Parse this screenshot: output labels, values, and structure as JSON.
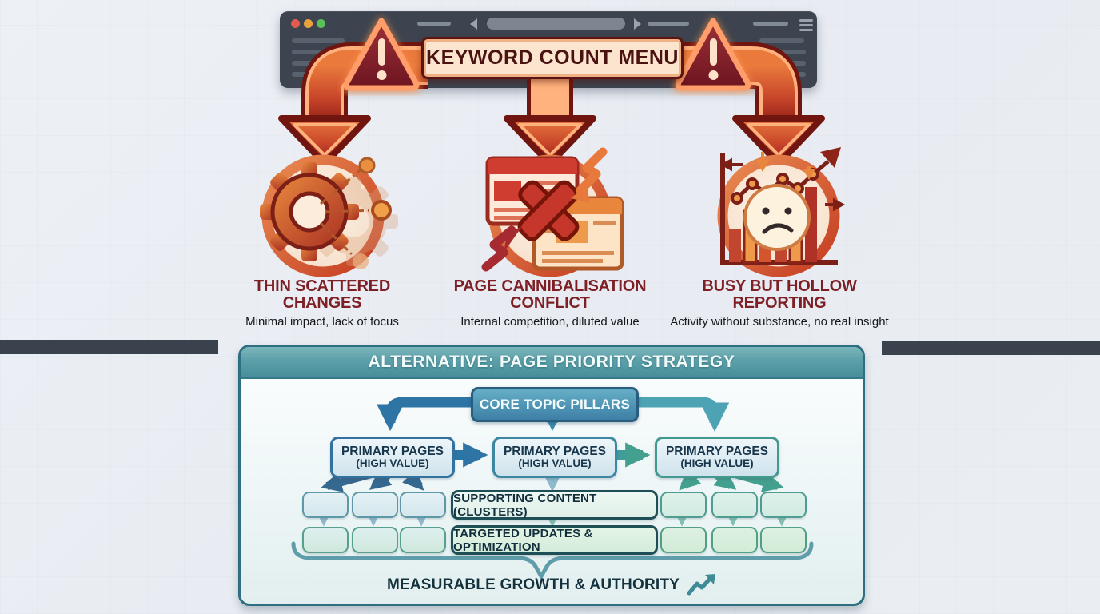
{
  "browser_mockup": {
    "menu_label": "KEYWORD COUNT MENU"
  },
  "problems": [
    {
      "icon": "scattered-gear-icon",
      "title": "THIN SCATTERED CHANGES",
      "subtitle": "Minimal impact, lack of focus"
    },
    {
      "icon": "page-conflict-icon",
      "title": "PAGE CANNIBALISATION CONFLICT",
      "subtitle": "Internal competition, diluted value"
    },
    {
      "icon": "hollow-chart-icon",
      "title": "BUSY BUT HOLLOW REPORTING",
      "subtitle": "Activity without substance, no real insight"
    }
  ],
  "strategy_panel": {
    "header": "ALTERNATIVE: PAGE PRIORITY STRATEGY",
    "core_box": "CORE TOPIC PILLARS",
    "primary_boxes": [
      {
        "line1": "PRIMARY PAGES",
        "line2": "(HIGH VALUE)"
      },
      {
        "line1": "PRIMARY PAGES",
        "line2": "(HIGH VALUE)"
      },
      {
        "line1": "PRIMARY PAGES",
        "line2": "(HIGH VALUE)"
      }
    ],
    "supporting_box": "SUPPORTING CONTENT (CLUSTERS)",
    "targeted_box": "TARGETED UPDATES & OPTIMIZATION",
    "outcome": "MEASURABLE GROWTH & AUTHORITY"
  },
  "colors": {
    "warning_orange": "#e4703a",
    "warning_dark_red": "#8c1c14",
    "maroon_title": "#7d1f24",
    "browser_chrome": "#3d444f",
    "teal_header": "#4c949e",
    "panel_border": "#2d6f80",
    "blue_arrow": "#2e74a4",
    "teal_arrow": "#44a08e",
    "cream_fill": "#fce5ce"
  }
}
